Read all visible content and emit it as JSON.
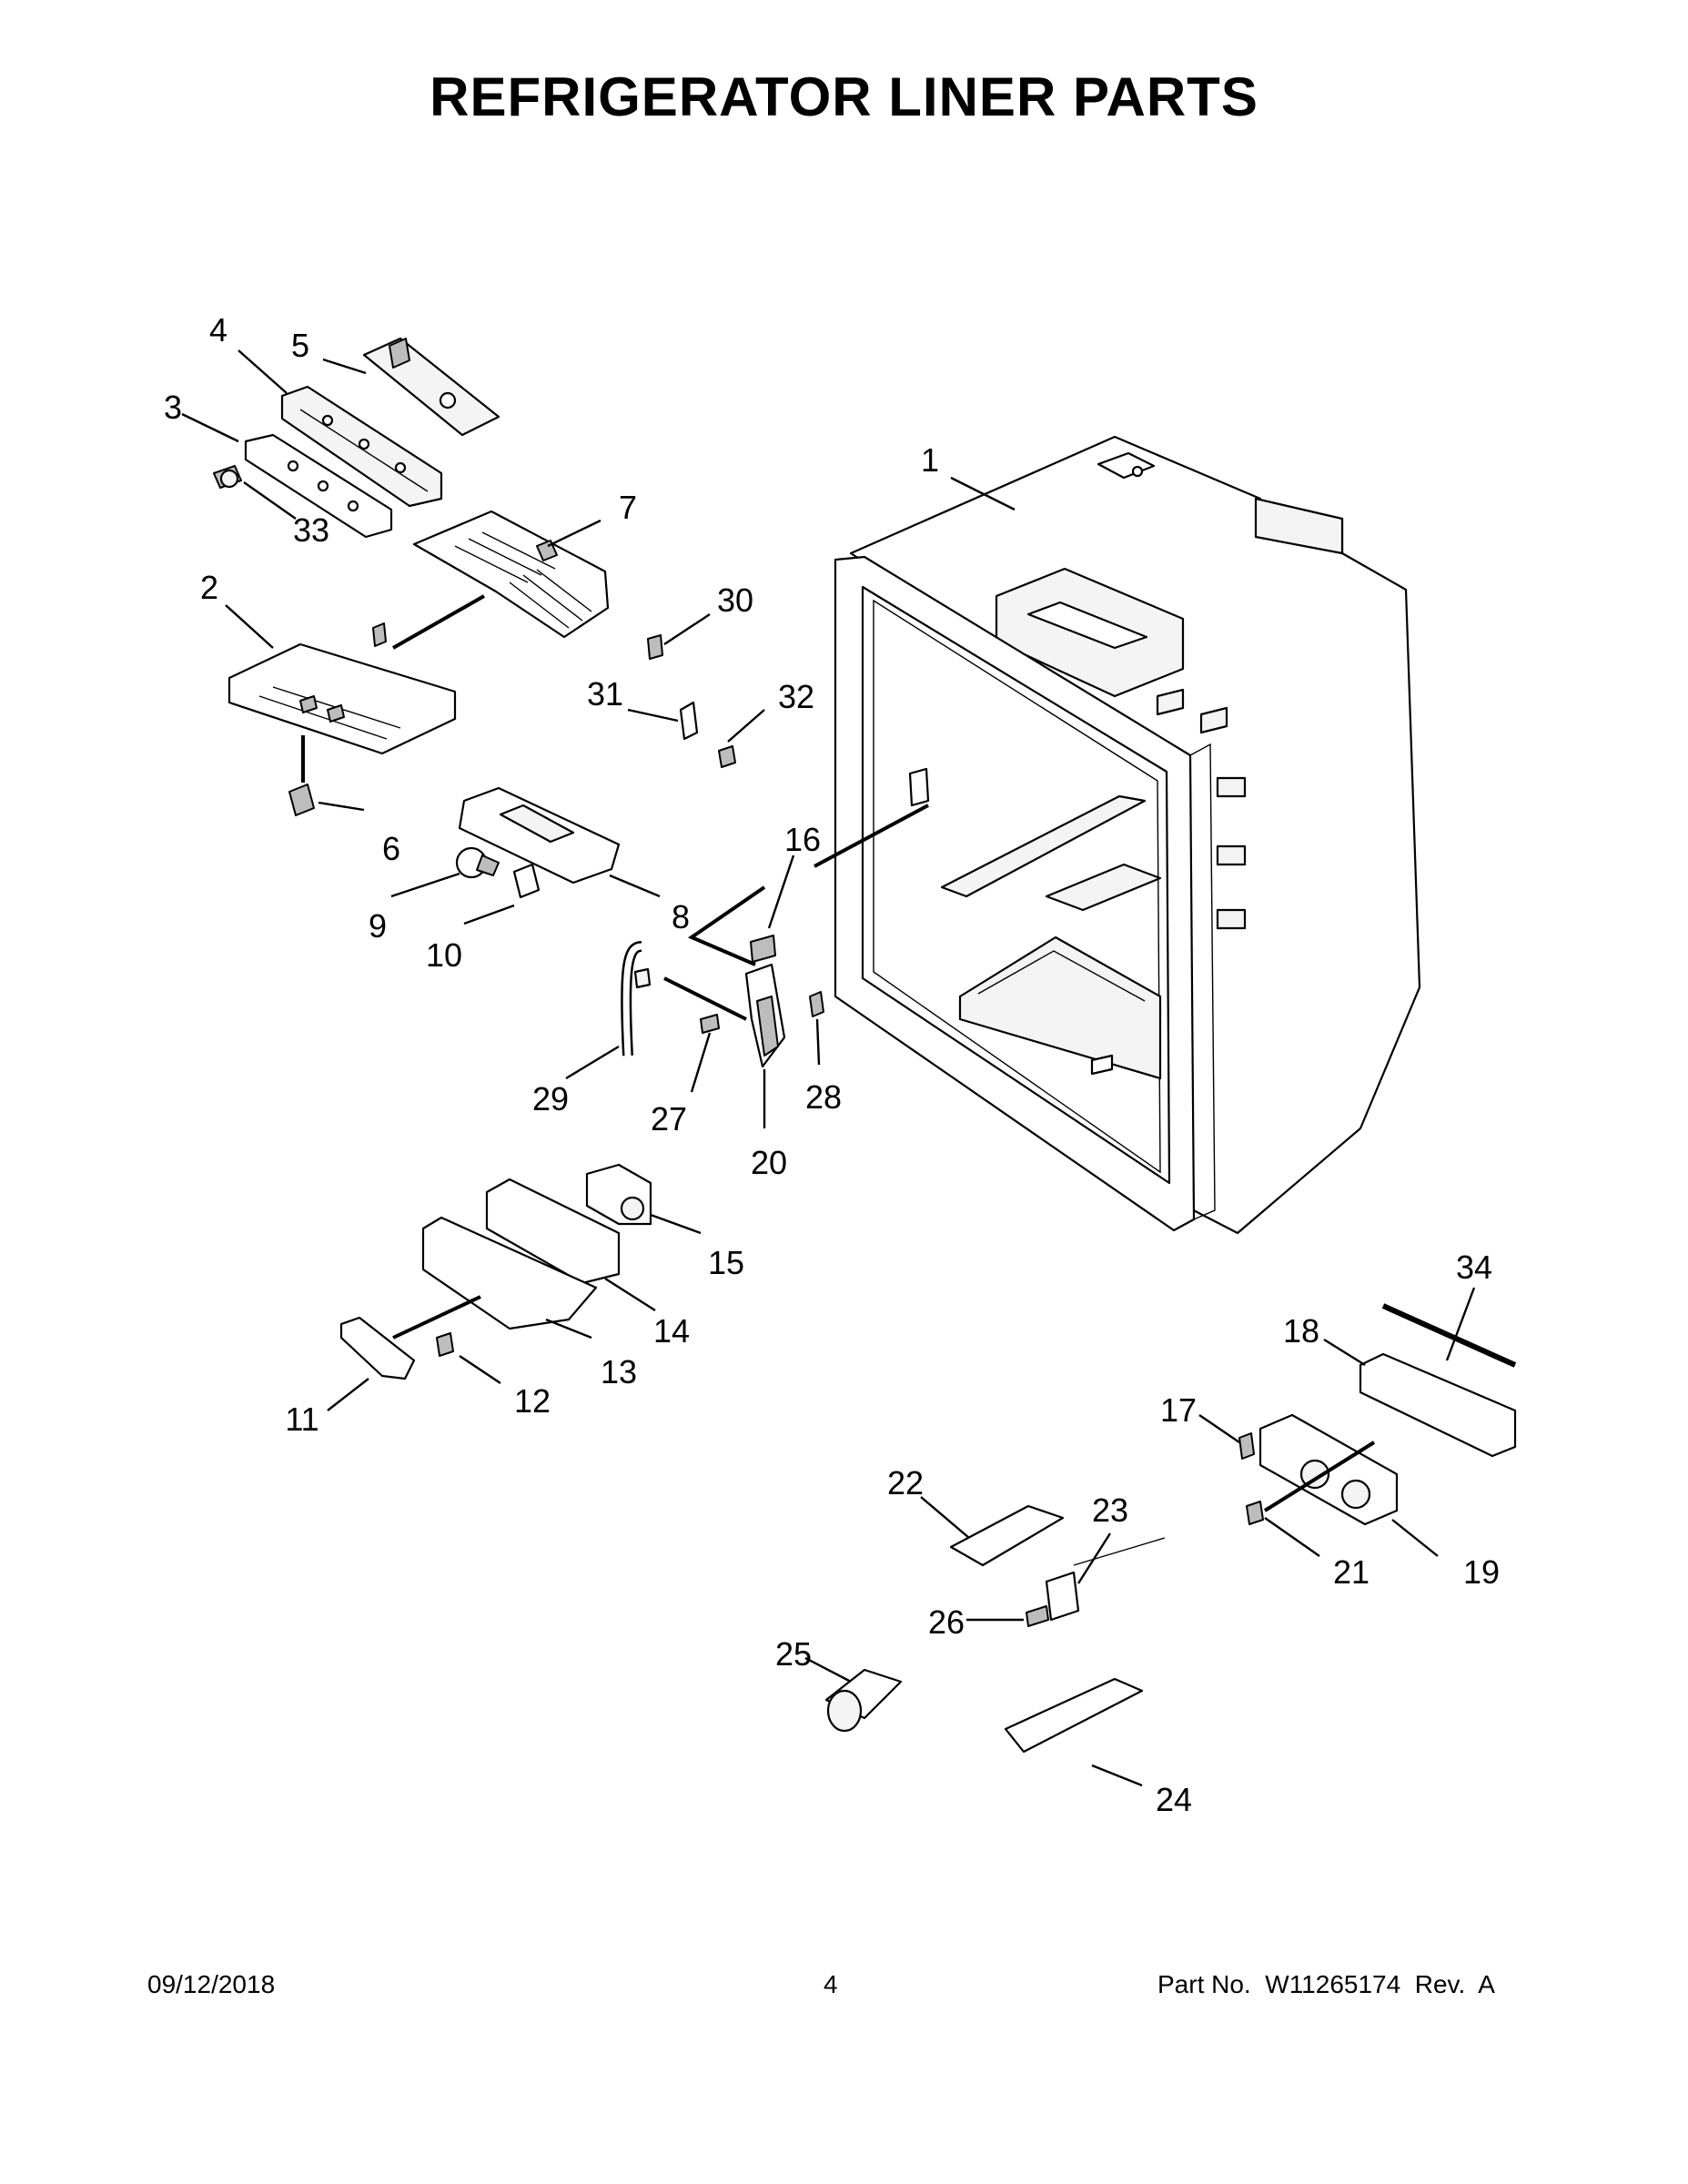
{
  "title": "REFRIGERATOR LINER PARTS",
  "callouts": [
    {
      "id": "1",
      "label": "1"
    },
    {
      "id": "2",
      "label": "2"
    },
    {
      "id": "3",
      "label": "3"
    },
    {
      "id": "4",
      "label": "4"
    },
    {
      "id": "5",
      "label": "5"
    },
    {
      "id": "6",
      "label": "6"
    },
    {
      "id": "7",
      "label": "7"
    },
    {
      "id": "8",
      "label": "8"
    },
    {
      "id": "9",
      "label": "9"
    },
    {
      "id": "10",
      "label": "10"
    },
    {
      "id": "11",
      "label": "11"
    },
    {
      "id": "12",
      "label": "12"
    },
    {
      "id": "13",
      "label": "13"
    },
    {
      "id": "14",
      "label": "14"
    },
    {
      "id": "15",
      "label": "15"
    },
    {
      "id": "16",
      "label": "16"
    },
    {
      "id": "17",
      "label": "17"
    },
    {
      "id": "18",
      "label": "18"
    },
    {
      "id": "19",
      "label": "19"
    },
    {
      "id": "20",
      "label": "20"
    },
    {
      "id": "21",
      "label": "21"
    },
    {
      "id": "22",
      "label": "22"
    },
    {
      "id": "23",
      "label": "23"
    },
    {
      "id": "24",
      "label": "24"
    },
    {
      "id": "25",
      "label": "25"
    },
    {
      "id": "26",
      "label": "26"
    },
    {
      "id": "27",
      "label": "27"
    },
    {
      "id": "28",
      "label": "28"
    },
    {
      "id": "29",
      "label": "29"
    },
    {
      "id": "30",
      "label": "30"
    },
    {
      "id": "31",
      "label": "31"
    },
    {
      "id": "32",
      "label": "32"
    },
    {
      "id": "33",
      "label": "33"
    },
    {
      "id": "34",
      "label": "34"
    }
  ],
  "footer": {
    "date": "09/12/2018",
    "page": "4",
    "part_no": "Part No.  W11265174  Rev.  A"
  }
}
